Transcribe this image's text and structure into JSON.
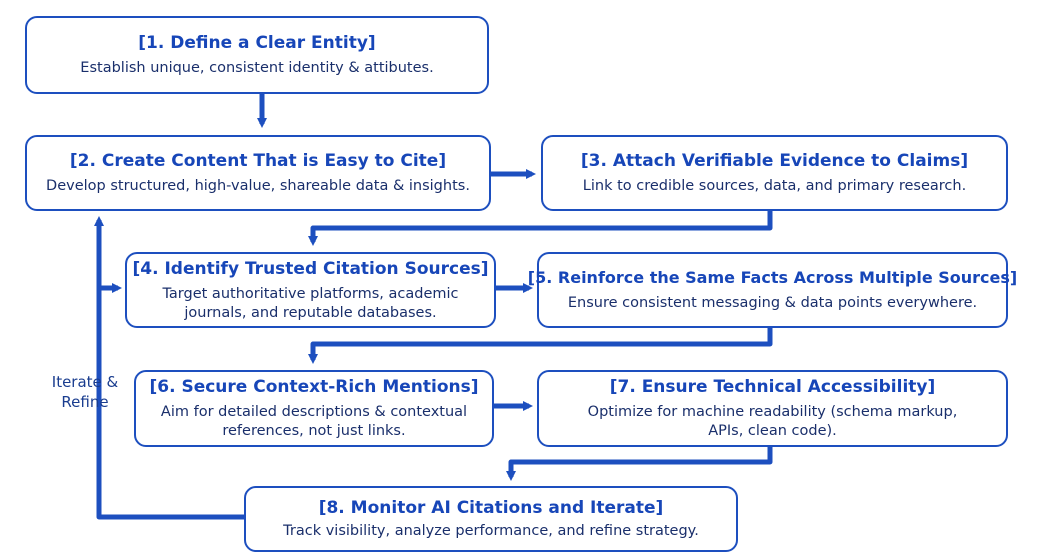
{
  "steps": [
    {
      "title": "[1. Define a Clear Entity]",
      "desc": [
        "Establish unique, consistent identity & attibutes."
      ]
    },
    {
      "title": "[2. Create Content That is Easy to Cite]",
      "desc": [
        "Develop structured, high-value, shareable data & insights."
      ]
    },
    {
      "title": "[3. Attach Verifiable Evidence to Claims]",
      "desc": [
        "Link to credible sources, data, and primary research."
      ]
    },
    {
      "title": "[4. Identify Trusted Citation Sources]",
      "desc": [
        "Target authoritative platforms, academic",
        "journals, and reputable databases."
      ]
    },
    {
      "title": "[5. Reinforce the Same Facts Across Multiple Sources]",
      "desc": [
        "Ensure consistent messaging & data points everywhere."
      ]
    },
    {
      "title": "[6. Secure Context-Rich Mentions]",
      "desc": [
        "Aim for detailed descriptions & contextual",
        "references, not just links."
      ]
    },
    {
      "title": "[7. Ensure Technical Accessibility]",
      "desc": [
        "Optimize for machine readability (schema markup,",
        "APIs, clean code)."
      ]
    },
    {
      "title": "[8. Monitor AI Citations and Iterate]",
      "desc": [
        "Track visibility, analyze performance, and refine strategy."
      ]
    }
  ],
  "loop_label": [
    "Iterate &",
    "Refine"
  ],
  "colors": {
    "accent": "#1d4fbf",
    "title": "#1746b8",
    "text": "#1a2f6b"
  }
}
